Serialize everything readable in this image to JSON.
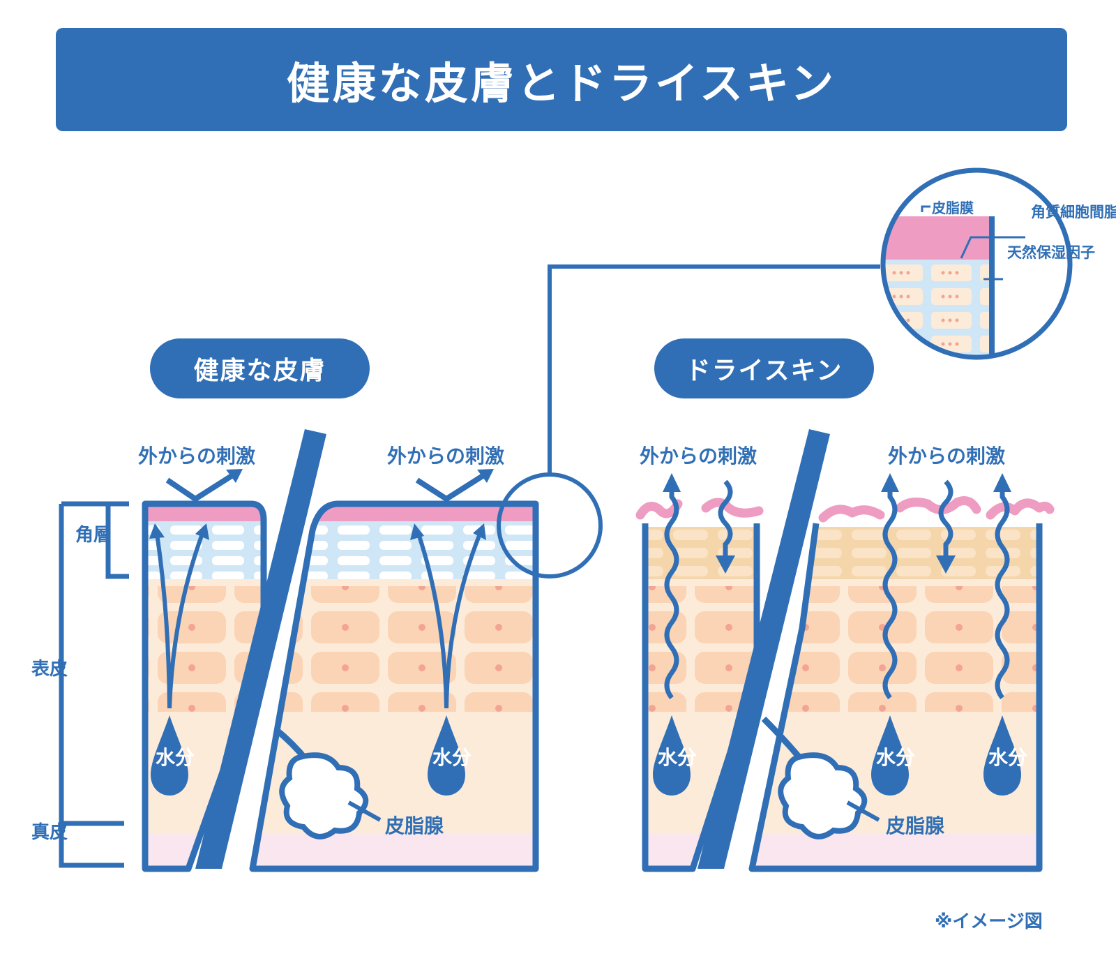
{
  "title": "健康な皮膚とドライスキン",
  "panels": {
    "healthy": {
      "label": "健康な皮膚"
    },
    "dry": {
      "label": "ドライスキン"
    }
  },
  "labels": {
    "stimulus": "外からの刺激",
    "water": "水分",
    "sebaceous_gland": "皮脂腺",
    "horny_layer": "角層",
    "epidermis": "表皮",
    "dermis": "真皮"
  },
  "zoom": {
    "sebum_film": "皮脂膜",
    "intercellular_lipid": "角質細胞間脂質",
    "nmf": "天然保湿因子"
  },
  "footnote": "※イメージ図",
  "colors": {
    "primary": "#306fb6",
    "sebum": "#ee9cc1",
    "horny_healthy": "#cfe6f7",
    "horny_dry": "#f5d6ab",
    "cell_bg": "#fdebd9",
    "cell": "#fbd4b5",
    "dermis": "#f9e6ee"
  }
}
